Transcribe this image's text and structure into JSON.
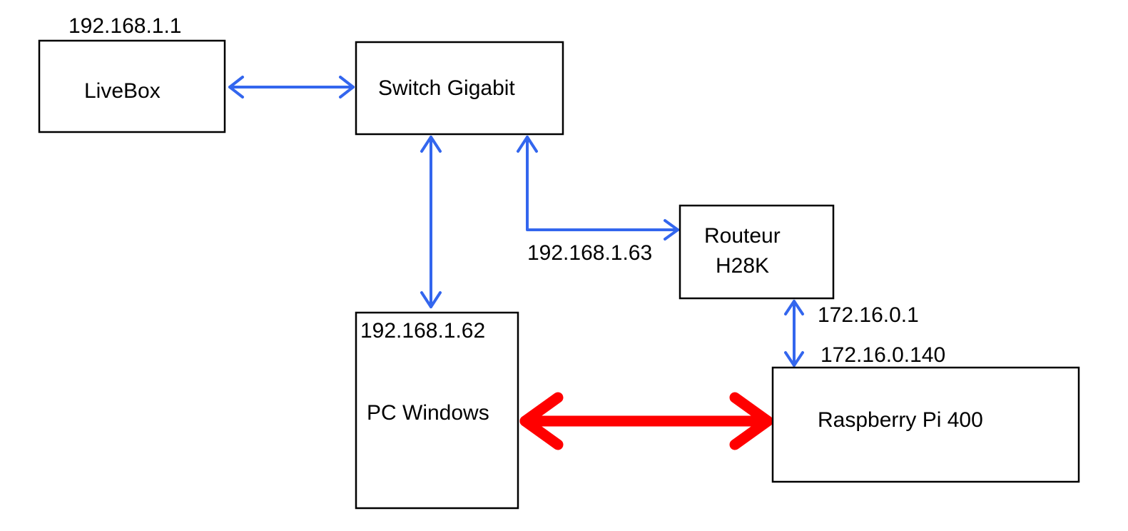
{
  "colors": {
    "link": "#3366ee",
    "highlight_link": "#ff0000",
    "box_stroke": "#000000",
    "text": "#000000"
  },
  "nodes": {
    "livebox": {
      "label": "LiveBox",
      "ip": "192.168.1.1"
    },
    "switch": {
      "label": "Switch Gigabit"
    },
    "router": {
      "label_line1": "Routeur",
      "label_line2": "H28K",
      "ip_wan": "192.168.1.63",
      "ip_lan": "172.16.0.1"
    },
    "pc": {
      "label": "PC Windows",
      "ip": "192.168.1.62"
    },
    "raspberry": {
      "label": "Raspberry Pi 400",
      "ip": "172.16.0.140"
    }
  },
  "links": [
    {
      "from": "livebox",
      "to": "switch",
      "style": "normal"
    },
    {
      "from": "switch",
      "to": "pc",
      "style": "normal"
    },
    {
      "from": "switch",
      "to": "router",
      "style": "normal"
    },
    {
      "from": "router",
      "to": "raspberry",
      "style": "normal"
    },
    {
      "from": "pc",
      "to": "raspberry",
      "style": "highlight"
    }
  ]
}
